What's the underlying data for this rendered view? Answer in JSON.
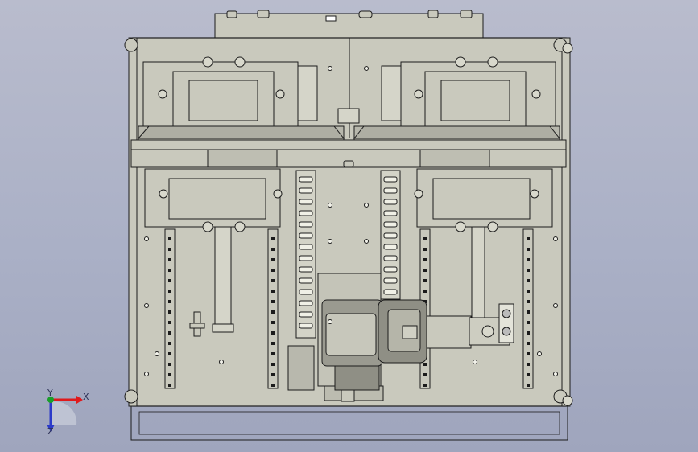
{
  "viewport": {
    "background_top": "#b9bccd",
    "background_bottom": "#9fa5bd",
    "part_fill": "#c9c9bd",
    "part_dark_fill": "#8f8f85",
    "edge_color": "#1c1c1c"
  },
  "triad": {
    "x_label": "X",
    "y_label": "Y",
    "z_label": "Z",
    "x_color": "#e0191b",
    "y_color": "#1a9e2a",
    "z_color": "#2b3ac9"
  }
}
